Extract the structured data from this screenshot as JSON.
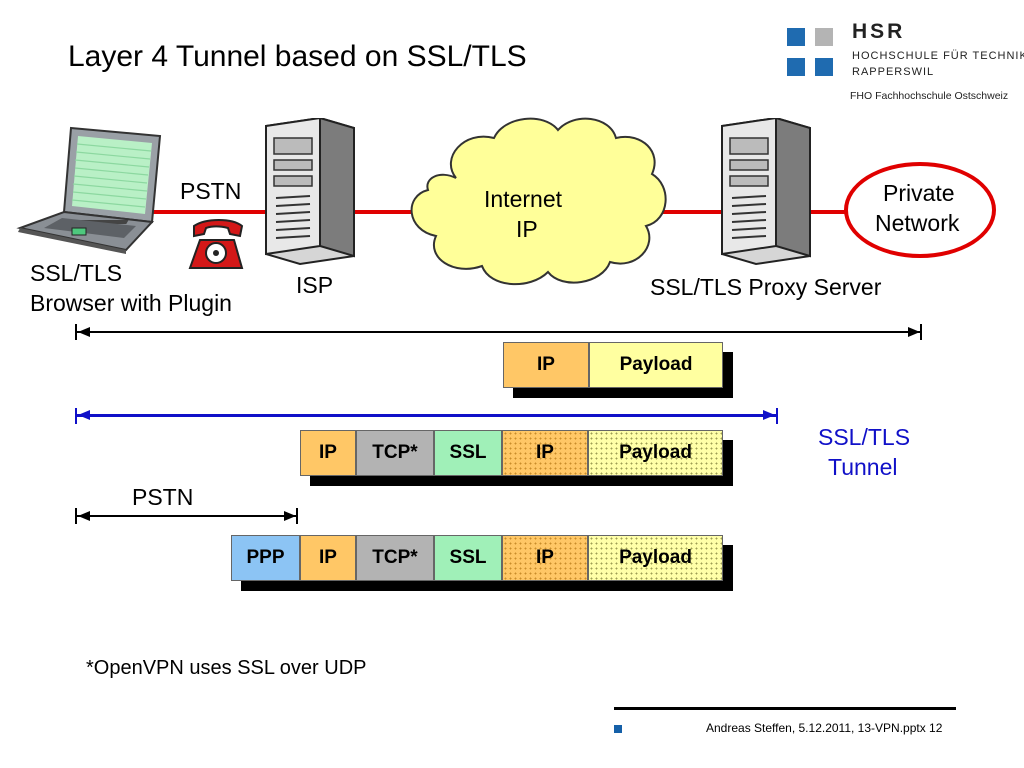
{
  "slide": {
    "title": "Layer 4 Tunnel based on SSL/TLS",
    "footnote": "*OpenVPN uses SSL over UDP",
    "footer": "Andreas Steffen, 5.12.2011, 13-VPN.pptx 12"
  },
  "logo": {
    "name": "HSR",
    "line1": "HOCHSCHULE FÜR TECHNIK",
    "line2": "RAPPERSWIL",
    "line3": "FHO Fachhochschule Ostschweiz",
    "colors": {
      "blue": "#1f6bb0",
      "gray": "#b4b4b4"
    }
  },
  "topology": {
    "client_line1": "SSL/TLS",
    "client_line2": "Browser with Plugin",
    "pstn_label": "PSTN",
    "isp_label": "ISP",
    "cloud_line1": "Internet",
    "cloud_line2": "IP",
    "proxy_label": "SSL/TLS Proxy Server",
    "private_line1": "Private",
    "private_line2": "Network",
    "link_color": "#e00000",
    "private_color": "#e00000"
  },
  "spans": {
    "tunnel_line1": "SSL/TLS",
    "tunnel_line2": "Tunnel",
    "tunnel_color": "#1010c8",
    "pstn_label": "PSTN"
  },
  "packets": {
    "row1": [
      "IP",
      "Payload"
    ],
    "row2": [
      "IP",
      "TCP*",
      "SSL",
      "IP",
      "Payload"
    ],
    "row3": [
      "PPP",
      "IP",
      "TCP*",
      "SSL",
      "IP",
      "Payload"
    ]
  }
}
